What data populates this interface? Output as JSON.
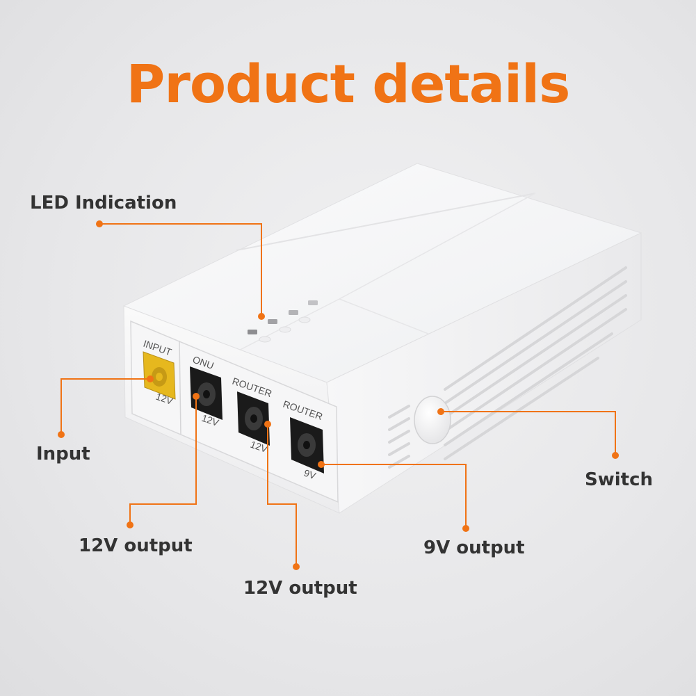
{
  "title": "Product details",
  "callouts": {
    "led": "LED Indication",
    "input": "Input",
    "out12a": "12V output",
    "out12b": "12V output",
    "out9": "9V output",
    "switch": "Switch"
  },
  "ports": {
    "input_name": "INPUT",
    "input_volt": "12V",
    "onu_name": "ONU",
    "onu_volt": "12V",
    "router1_name": "ROUTER",
    "router1_volt": "12V",
    "router2_name": "ROUTER",
    "router2_volt": "9V"
  },
  "colors": {
    "accent": "#f07315",
    "input_port": "#e6b81e",
    "dc_port": "#1a1a1a",
    "device_body": "#f9f9fa"
  }
}
